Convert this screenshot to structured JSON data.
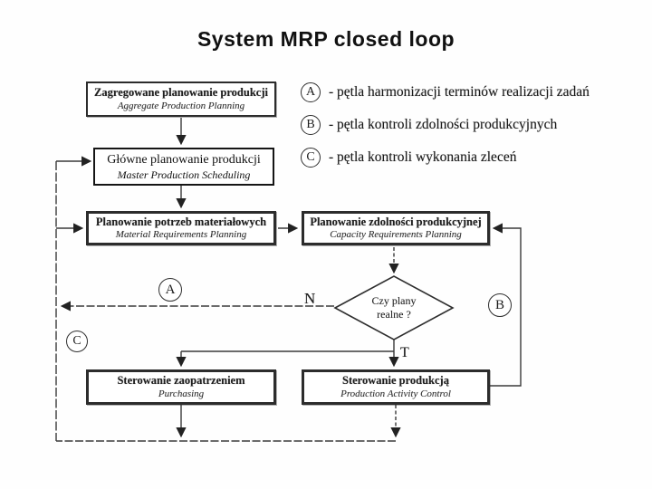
{
  "title": "System MRP closed loop",
  "legend": {
    "items": [
      {
        "letter": "A",
        "text": "- pętla harmonizacji terminów realizacji zadań"
      },
      {
        "letter": "B",
        "text": "- pętla kontroli zdolności produkcyjnych"
      },
      {
        "letter": "C",
        "text": "- pętla kontroli wykonania zleceń"
      }
    ]
  },
  "flowchart": {
    "boxes": [
      {
        "id": "aggregate",
        "pl": "Zagregowane planowanie produkcji",
        "en": "Aggregate Production Planning"
      },
      {
        "id": "mps",
        "pl": "Główne planowanie produkcji",
        "en": "Master Production Scheduling"
      },
      {
        "id": "mrp",
        "pl": "Planowanie potrzeb materiałowych",
        "en": "Material Requirements Planning"
      },
      {
        "id": "crp",
        "pl": "Planowanie zdolności produkcyjnej",
        "en": "Capacity Requirements Planning"
      },
      {
        "id": "purchasing",
        "pl": "Sterowanie zaopatrzeniem",
        "en": "Purchasing"
      },
      {
        "id": "pac",
        "pl": "Sterowanie produkcją",
        "en": "Production Activity Control"
      }
    ],
    "decision": {
      "line1": "Czy plany",
      "line2": "realne ?"
    },
    "branch_labels": {
      "no": "N",
      "yes": "T"
    },
    "loop_markers": [
      {
        "letter": "A"
      },
      {
        "letter": "B"
      },
      {
        "letter": "C"
      }
    ]
  },
  "colors": {
    "ink": "#2a2a2a",
    "background": "#fefefe"
  }
}
